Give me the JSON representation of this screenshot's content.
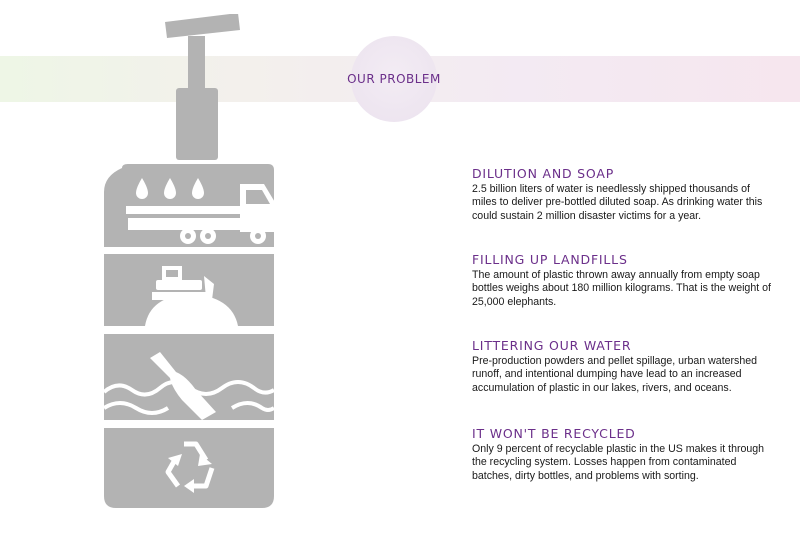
{
  "header": {
    "title": "OUR PROBLEM"
  },
  "colors": {
    "accent": "#6b2f8a",
    "bottle": "#b3b3b3",
    "text": "#1a1a1a"
  },
  "illustration": {
    "icons": [
      "droplet-icon",
      "droplet-icon",
      "droplet-icon",
      "truck-icon",
      "bulldozer-icon",
      "landfill-icon",
      "bottle-icon",
      "wave-icon",
      "recycle-icon"
    ]
  },
  "sections": [
    {
      "title": "DILUTION AND SOAP",
      "body": "2.5 billion liters of water is needlessly shipped thousands of miles to deliver pre-bottled diluted soap. As drinking water this could sustain 2 million disaster victims for a year."
    },
    {
      "title": "FILLING UP LANDFILLS",
      "body": "The amount of plastic thrown away annually from empty soap bottles weighs about 180 million kilograms. That is the weight of 25,000 elephants."
    },
    {
      "title": "LITTERING OUR WATER",
      "body": "Pre-production powders and pellet spillage, urban watershed runoff, and intentional dumping have lead to an increased accumulation of plastic in our lakes, rivers, and oceans."
    },
    {
      "title": "IT WON'T BE RECYCLED",
      "body": "Only 9 percent of recyclable plastic in the US makes it through the recycling system. Losses happen from contaminated batches, dirty bottles, and problems with sorting."
    }
  ]
}
